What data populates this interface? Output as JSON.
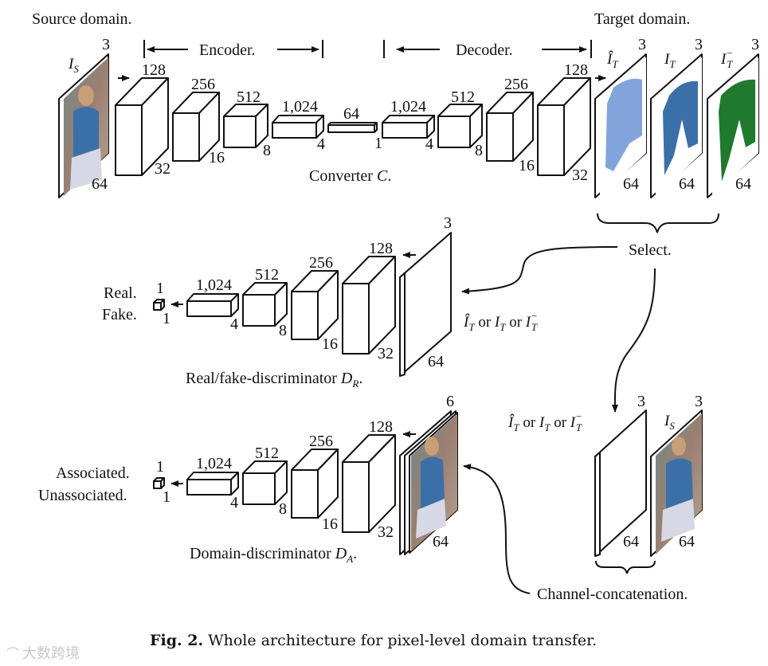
{
  "labels": {
    "source_domain": "Source domain.",
    "target_domain": "Target domain.",
    "encoder": "Encoder.",
    "decoder": "Decoder.",
    "converter": "Converter ",
    "converter_sym": "C",
    "select": "Select.",
    "real": "Real.",
    "fake": "Fake.",
    "associated": "Associated.",
    "unassociated": "Unassociated.",
    "dr_name": "Real/fake-discriminator ",
    "dr_sym": "D",
    "dr_sub": "R",
    "da_name": "Domain-discriminator ",
    "da_sym": "D",
    "da_sub": "A",
    "channel_concat": "Channel-concatenation.",
    "or": " or ",
    "period": "."
  },
  "images": {
    "is": {
      "sym": "I",
      "sub": "S",
      "channels": "3",
      "size": "64"
    },
    "it_hat": {
      "sym": "Î",
      "sub": "T",
      "channels": "3",
      "size": "64"
    },
    "it": {
      "sym": "I",
      "sub": "T",
      "channels": "3",
      "size": "64"
    },
    "it_neg": {
      "sym": "I",
      "sub": "T",
      "sup": "−",
      "channels": "3",
      "size": "64"
    }
  },
  "converter": {
    "encoder": [
      {
        "channels": "128",
        "size": "32"
      },
      {
        "channels": "256",
        "size": "16"
      },
      {
        "channels": "512",
        "size": "8"
      },
      {
        "channels": "1,024",
        "size": "4"
      }
    ],
    "bottleneck": {
      "channels": "64",
      "size": "1"
    },
    "decoder": [
      {
        "channels": "1,024",
        "size": "4"
      },
      {
        "channels": "512",
        "size": "8"
      },
      {
        "channels": "256",
        "size": "16"
      },
      {
        "channels": "128",
        "size": "32"
      }
    ]
  },
  "discriminator_r": {
    "input": {
      "channels": "3",
      "size": "64"
    },
    "layers": [
      {
        "channels": "128",
        "size": "32"
      },
      {
        "channels": "256",
        "size": "16"
      },
      {
        "channels": "512",
        "size": "8"
      },
      {
        "channels": "1,024",
        "size": "4"
      }
    ],
    "output": {
      "channels": "1",
      "size": "1"
    }
  },
  "discriminator_a": {
    "input": {
      "channels": "6",
      "size": "64"
    },
    "layers": [
      {
        "channels": "128",
        "size": "32"
      },
      {
        "channels": "256",
        "size": "16"
      },
      {
        "channels": "512",
        "size": "8"
      },
      {
        "channels": "1,024",
        "size": "4"
      }
    ],
    "output": {
      "channels": "1",
      "size": "1"
    }
  },
  "concat": {
    "left": {
      "channels": "3",
      "size": "64"
    },
    "right": {
      "channels": "3",
      "size": "64"
    }
  },
  "caption": {
    "prefix": "Fig. 2.",
    "text": " Whole architecture for pixel-level domain transfer."
  },
  "watermark": "大数跨境",
  "colors": {
    "photo_bg": "#8a7f74",
    "jacket_blue": "#3b6fa8",
    "sweater_green": "#1f7a2e",
    "stroke": "#111111"
  }
}
